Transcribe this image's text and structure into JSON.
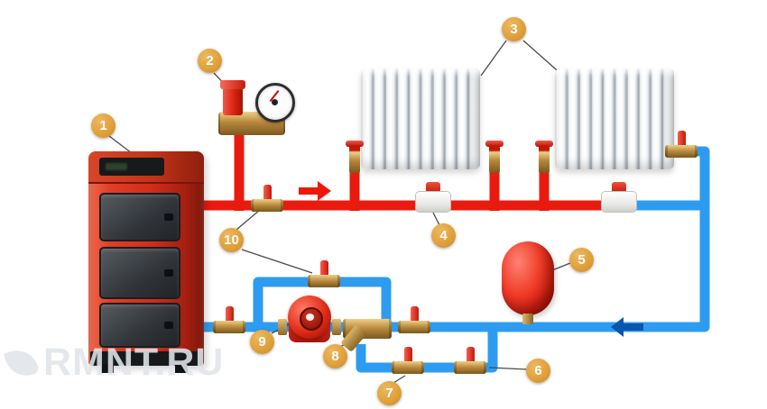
{
  "diagram": {
    "watermark_text": "RMNT.RU",
    "colors": {
      "supply_pipe": "#e81b0e",
      "return_pipe": "#2d9cf0",
      "badge_bg": "#df9f38",
      "boiler_red": "#d22c1a",
      "brass": "#b8873b",
      "radiator_white": "#f2f4f6"
    },
    "flow": {
      "supply_direction": "left-to-right",
      "return_direction": "right-to-left"
    },
    "badges": [
      {
        "number": "1",
        "component": "solid-fuel-boiler"
      },
      {
        "number": "2",
        "component": "safety-group-with-pressure-gauge"
      },
      {
        "number": "3",
        "component": "sectional-radiators"
      },
      {
        "number": "4",
        "component": "balancing-valve-on-supply-line"
      },
      {
        "number": "5",
        "component": "expansion-tank"
      },
      {
        "number": "6",
        "component": "ball-valve-drain-line"
      },
      {
        "number": "7",
        "component": "ball-valve-fill-line"
      },
      {
        "number": "8",
        "component": "strainer-filter"
      },
      {
        "number": "9",
        "component": "circulation-pump"
      },
      {
        "number": "10",
        "component": "shut-off-ball-valves"
      }
    ]
  }
}
